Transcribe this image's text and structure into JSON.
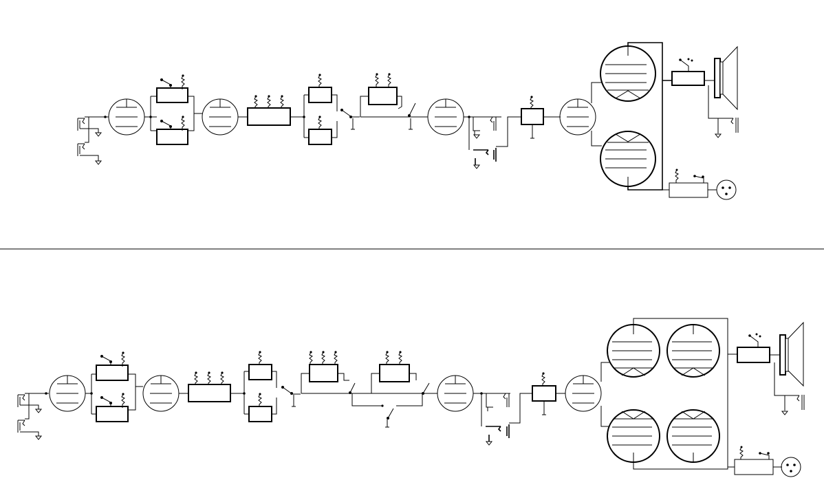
{
  "figure": {
    "panels": [
      {
        "id": "top",
        "power_tube_count": 2,
        "tone_stack_pots": 3,
        "loop_section": "single"
      },
      {
        "id": "bottom",
        "power_tube_count": 4,
        "tone_stack_pots": 3,
        "loop_section": "double"
      }
    ],
    "colors": {
      "line": "#000000",
      "background": "#ffffff"
    }
  }
}
